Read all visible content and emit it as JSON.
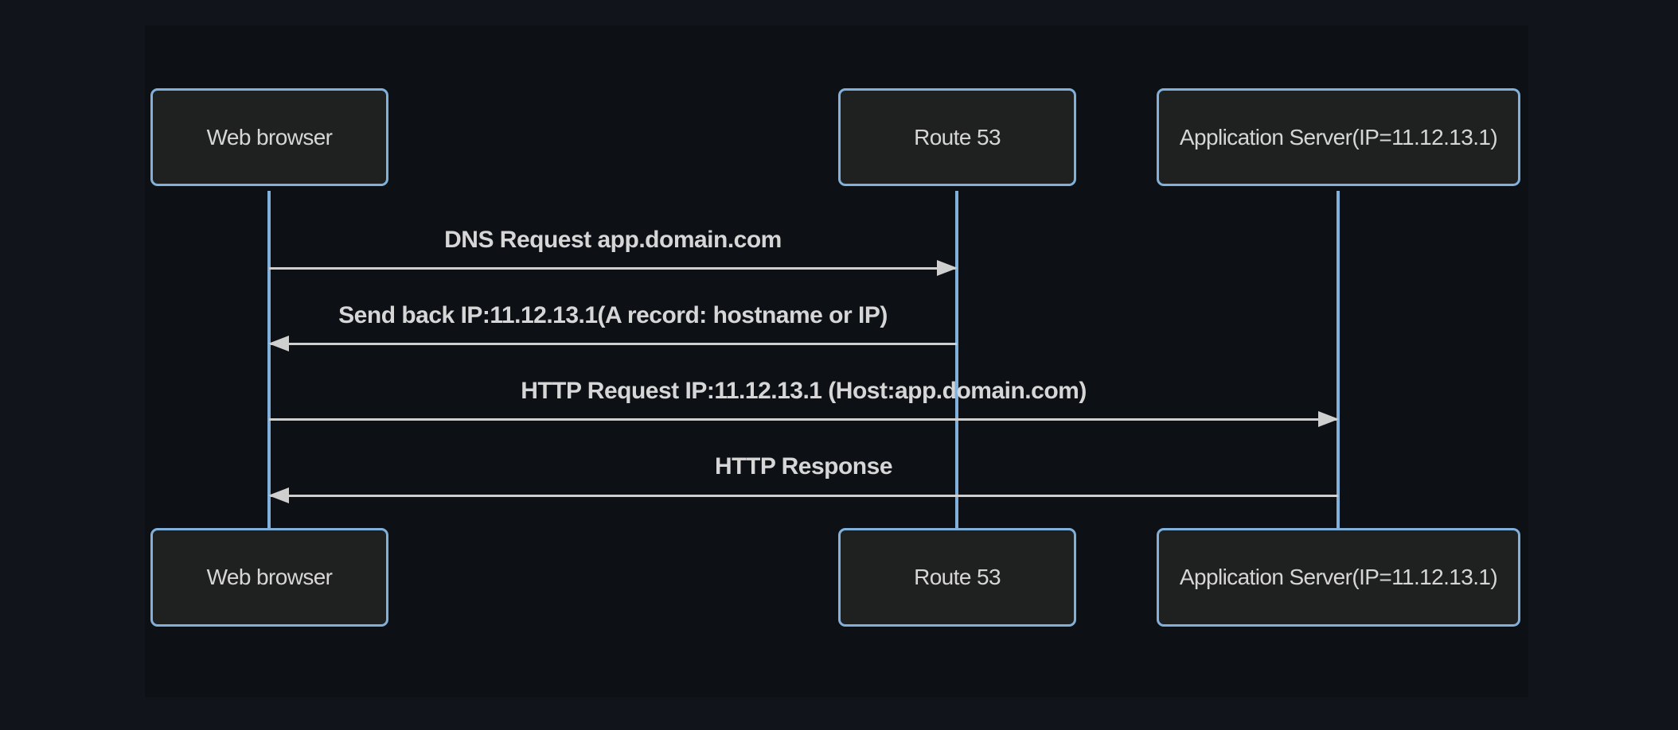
{
  "diagram": {
    "type": "sequence",
    "actors": [
      {
        "id": "web-browser",
        "label": "Web browser"
      },
      {
        "id": "route-53",
        "label": "Route 53"
      },
      {
        "id": "app-server",
        "label": "Application Server(IP=11.12.13.1)"
      }
    ],
    "messages": [
      {
        "from": "web-browser",
        "to": "route-53",
        "direction": "right",
        "line": "solid",
        "text": "DNS Request app.domain.com"
      },
      {
        "from": "route-53",
        "to": "web-browser",
        "direction": "left",
        "line": "solid",
        "text": "Send back IP:11.12.13.1(A record: hostname or IP)"
      },
      {
        "from": "web-browser",
        "to": "app-server",
        "direction": "right",
        "line": "solid",
        "text": "HTTP Request IP:11.12.13.1 (Host:app.domain.com)"
      },
      {
        "from": "app-server",
        "to": "web-browser",
        "direction": "left",
        "line": "solid",
        "text": "HTTP Response"
      }
    ],
    "colors": {
      "background": "#11141a",
      "panel": "#0d1015",
      "actor_fill": "#1f2121",
      "actor_border": "#81b1db",
      "lifeline": "#81b1db",
      "signal": "#cfcfcf",
      "text": "#d6d6d6"
    }
  }
}
